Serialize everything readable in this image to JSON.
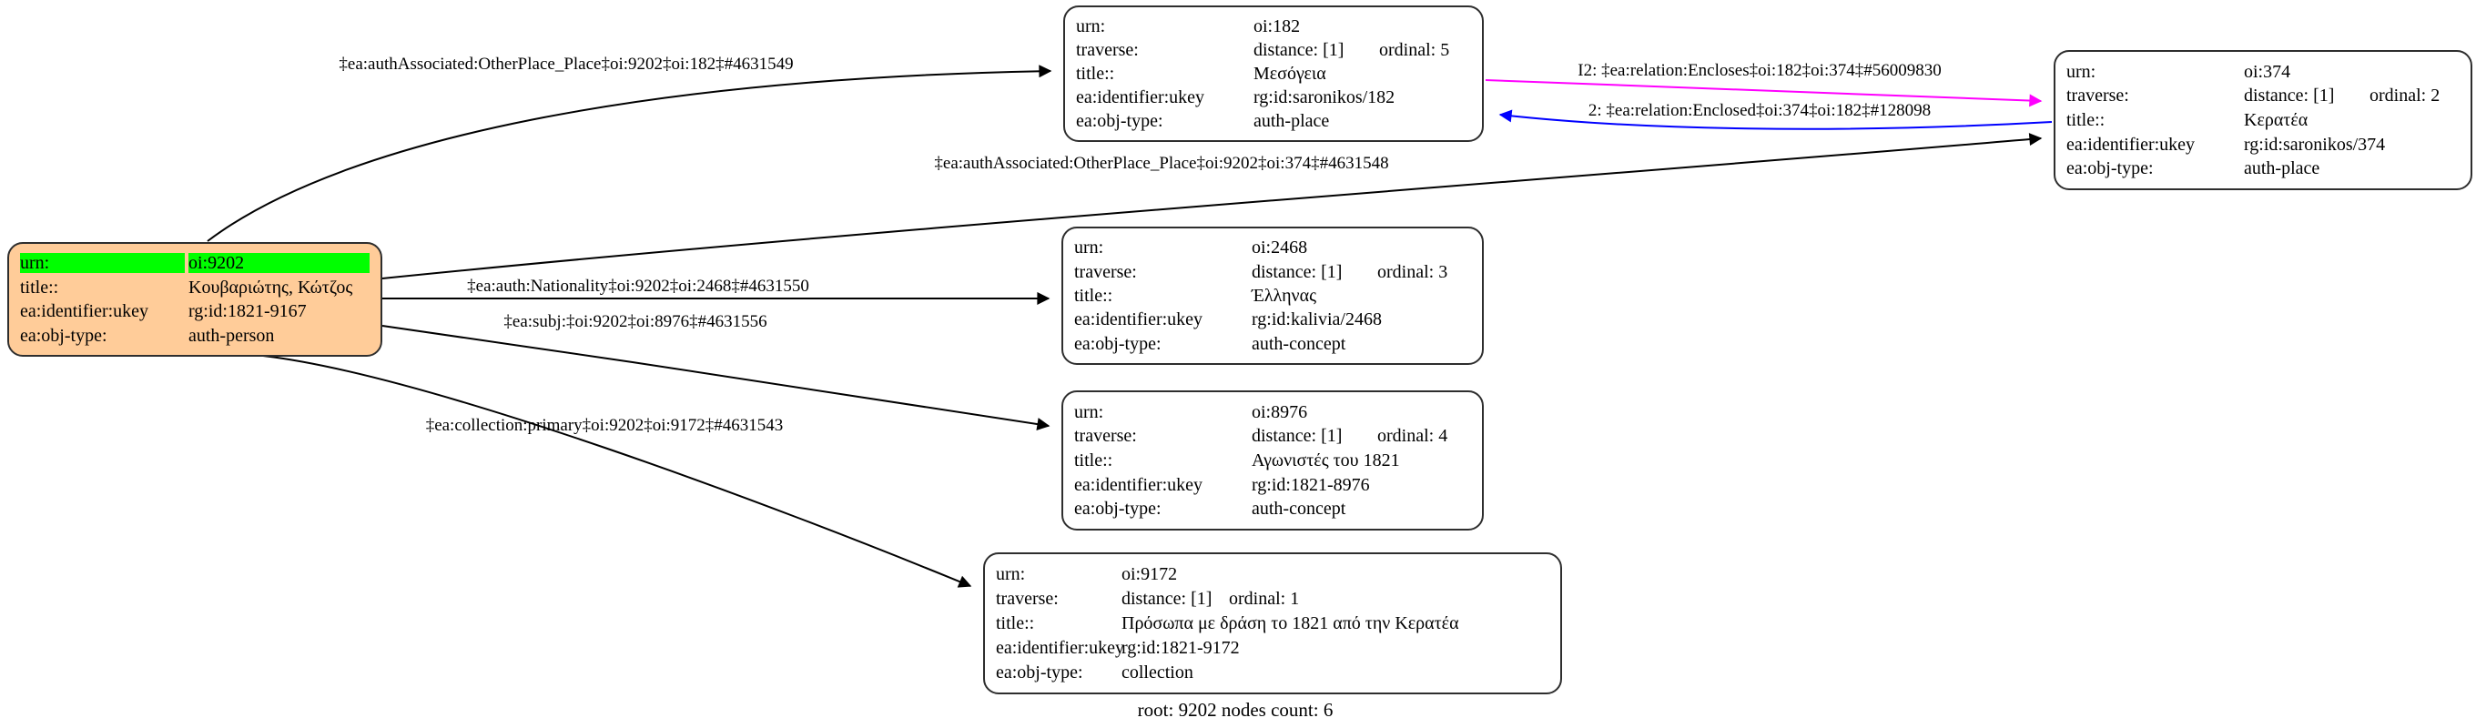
{
  "diagram": {
    "footer": "root: 9202 nodes count: 6",
    "colors": {
      "root_fill": "#FFCC99",
      "root_highlight": "#00FF00",
      "node_fill": "#FFFFFF",
      "border": "#2E2E2E",
      "edge_default": "#000000",
      "edge_encloses": "#FF00FF",
      "edge_enclosed": "#0000FF"
    }
  },
  "field_labels": {
    "urn": "urn:",
    "traverse": "traverse:",
    "title": "title::",
    "ukey": "ea:identifier:ukey",
    "objtype": "ea:obj-type:"
  },
  "nodes": {
    "root": {
      "urn": "oi:9202",
      "title": "Κουβαριώτης, Κώτζος",
      "ukey": "rg:id:1821-9167",
      "objtype": "auth-person"
    },
    "n182": {
      "urn": "oi:182",
      "distance": "distance: [1]",
      "ordinal": "ordinal: 5",
      "title": "Μεσόγεια",
      "ukey": "rg:id:saronikos/182",
      "objtype": "auth-place"
    },
    "n374": {
      "urn": "oi:374",
      "distance": "distance: [1]",
      "ordinal": "ordinal: 2",
      "title": "Κερατέα",
      "ukey": "rg:id:saronikos/374",
      "objtype": "auth-place"
    },
    "n2468": {
      "urn": "oi:2468",
      "distance": "distance: [1]",
      "ordinal": "ordinal: 3",
      "title": "Έλληνας",
      "ukey": "rg:id:kalivia/2468",
      "objtype": "auth-concept"
    },
    "n8976": {
      "urn": "oi:8976",
      "distance": "distance: [1]",
      "ordinal": "ordinal: 4",
      "title": "Αγωνιστές του 1821",
      "ukey": "rg:id:1821-8976",
      "objtype": "auth-concept"
    },
    "n9172": {
      "urn": "oi:9172",
      "distance": "distance: [1]",
      "ordinal": "ordinal: 1",
      "title": "Πρόσωπα με δράση το 1821 από την Κερατέα",
      "ukey": "rg:id:1821-9172",
      "objtype": "collection"
    }
  },
  "edge_labels": {
    "assoc_182": "‡ea:authAssociated:OtherPlace_Place‡oi:9202‡oi:182‡#4631549",
    "assoc_374": "‡ea:authAssociated:OtherPlace_Place‡oi:9202‡oi:374‡#4631548",
    "encloses": "I2: ‡ea:relation:Encloses‡oi:182‡oi:374‡#56009830",
    "enclosed": "2: ‡ea:relation:Enclosed‡oi:374‡oi:182‡#128098",
    "nationality": "‡ea:auth:Nationality‡oi:9202‡oi:2468‡#4631550",
    "subj": "‡ea:subj:‡oi:9202‡oi:8976‡#4631556",
    "collection": "‡ea:collection:primary‡oi:9202‡oi:9172‡#4631543"
  }
}
